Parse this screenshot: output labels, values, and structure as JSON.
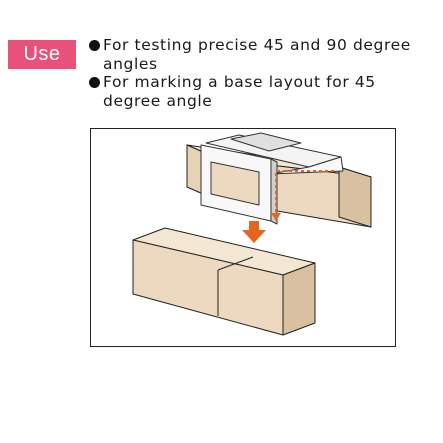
{
  "badge": {
    "label": "Use"
  },
  "bullets": [
    "For testing precise 45 and 90 degree angles",
    "For marking a base layout for 45 degree angle"
  ],
  "colors": {
    "badge": "#e9507a",
    "wood": "#ecd9c0",
    "wood_dark": "#d9c0a0",
    "arrow": "#e8641e",
    "guide_line": "#e8641e"
  },
  "icons": {
    "bullet": "filled-circle",
    "arrow": "down-arrow"
  }
}
